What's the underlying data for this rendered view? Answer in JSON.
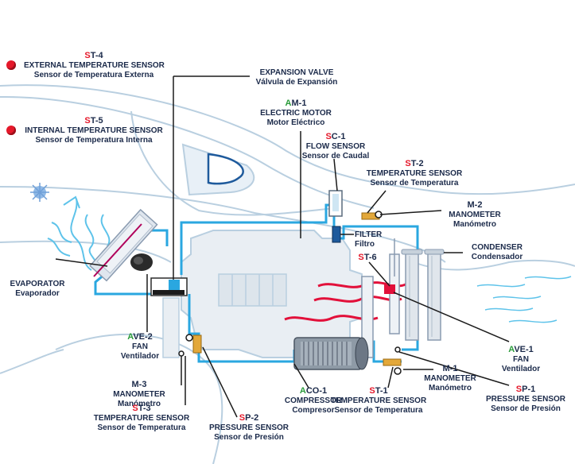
{
  "colors": {
    "accent_red": "#e5182a",
    "accent_green": "#2a9b3a",
    "text_navy": "#1b2a4a",
    "pipe_blue": "#2aa7e0",
    "outline_blue": "#b9cfe0",
    "heat_red": "#e2103a"
  },
  "labels": {
    "st4": {
      "prefix": "S",
      "rest": "T-4",
      "en": "EXTERNAL TEMPERATURE SENSOR",
      "es": "Sensor de Temperatura Externa"
    },
    "st5": {
      "prefix": "S",
      "rest": "T-5",
      "en": "INTERNAL TEMPERATURE SENSOR",
      "es": "Sensor de Temperatura Interna"
    },
    "exp": {
      "en": "EXPANSION VALVE",
      "es": "Válvula de Expansión"
    },
    "am1": {
      "prefix": "A",
      "rest": "M-1",
      "en": "ELECTRIC MOTOR",
      "es": "Motor Eléctrico"
    },
    "sc1": {
      "prefix": "S",
      "rest": "C-1",
      "en": "FLOW SENSOR",
      "es": "Sensor de Caudal"
    },
    "st2": {
      "prefix": "S",
      "rest": "T-2",
      "en": "TEMPERATURE SENSOR",
      "es": "Sensor de Temperatura"
    },
    "m2": {
      "code": "M-2",
      "en": "MANOMETER",
      "es": "Manómetro"
    },
    "filter": {
      "en": "FILTER",
      "es": "Filtro"
    },
    "cond": {
      "en": "CONDENSER",
      "es": "Condensador"
    },
    "st6": {
      "prefix": "S",
      "rest": "T-6"
    },
    "evap": {
      "en": "EVAPORATOR",
      "es": "Evaporador"
    },
    "ave2": {
      "prefix": "A",
      "rest": "VE-2",
      "en": "FAN",
      "es": "Ventilador"
    },
    "ave1": {
      "prefix": "A",
      "rest": "VE-1",
      "en": "FAN",
      "es": "Ventilador"
    },
    "m3": {
      "code": "M-3",
      "en": "MANOMETER",
      "es": "Manómetro"
    },
    "st3": {
      "prefix": "S",
      "rest": "T-3",
      "en": "TEMPERATURE SENSOR",
      "es": "Sensor de Temperatura"
    },
    "sp2": {
      "prefix": "S",
      "rest": "P-2",
      "en": "PRESSURE SENSOR",
      "es": "Sensor de Presión"
    },
    "aco1": {
      "prefix": "A",
      "rest": "CO-1",
      "en": "COMPRESSOR",
      "es": "Compresor"
    },
    "st1": {
      "prefix": "S",
      "rest": "T-1",
      "en": "TEMPERATURE SENSOR",
      "es": "Sensor de Temperatura"
    },
    "m1": {
      "code": "M-1",
      "en": "MANOMETER",
      "es": "Manómetro"
    },
    "sp1": {
      "prefix": "S",
      "rest": "P-1",
      "en": "PRESSURE SENSOR",
      "es": "Sensor de Presión"
    }
  }
}
